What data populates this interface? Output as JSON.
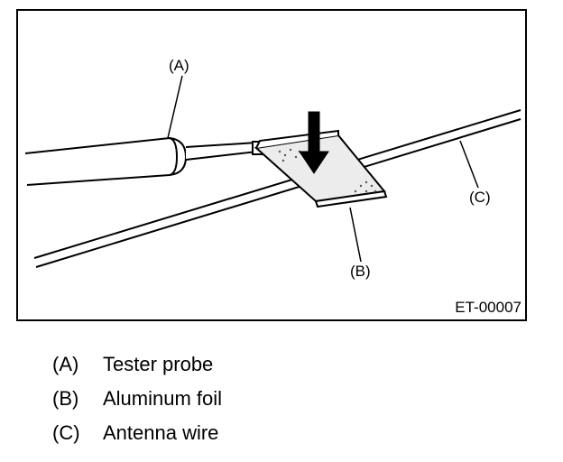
{
  "figure": {
    "code": "ET-00007",
    "callouts": {
      "a": "(A)",
      "b": "(B)",
      "c": "(C)"
    }
  },
  "legend": [
    {
      "key": "(A)",
      "label": "Tester probe"
    },
    {
      "key": "(B)",
      "label": "Aluminum foil"
    },
    {
      "key": "(C)",
      "label": "Antenna wire"
    }
  ]
}
